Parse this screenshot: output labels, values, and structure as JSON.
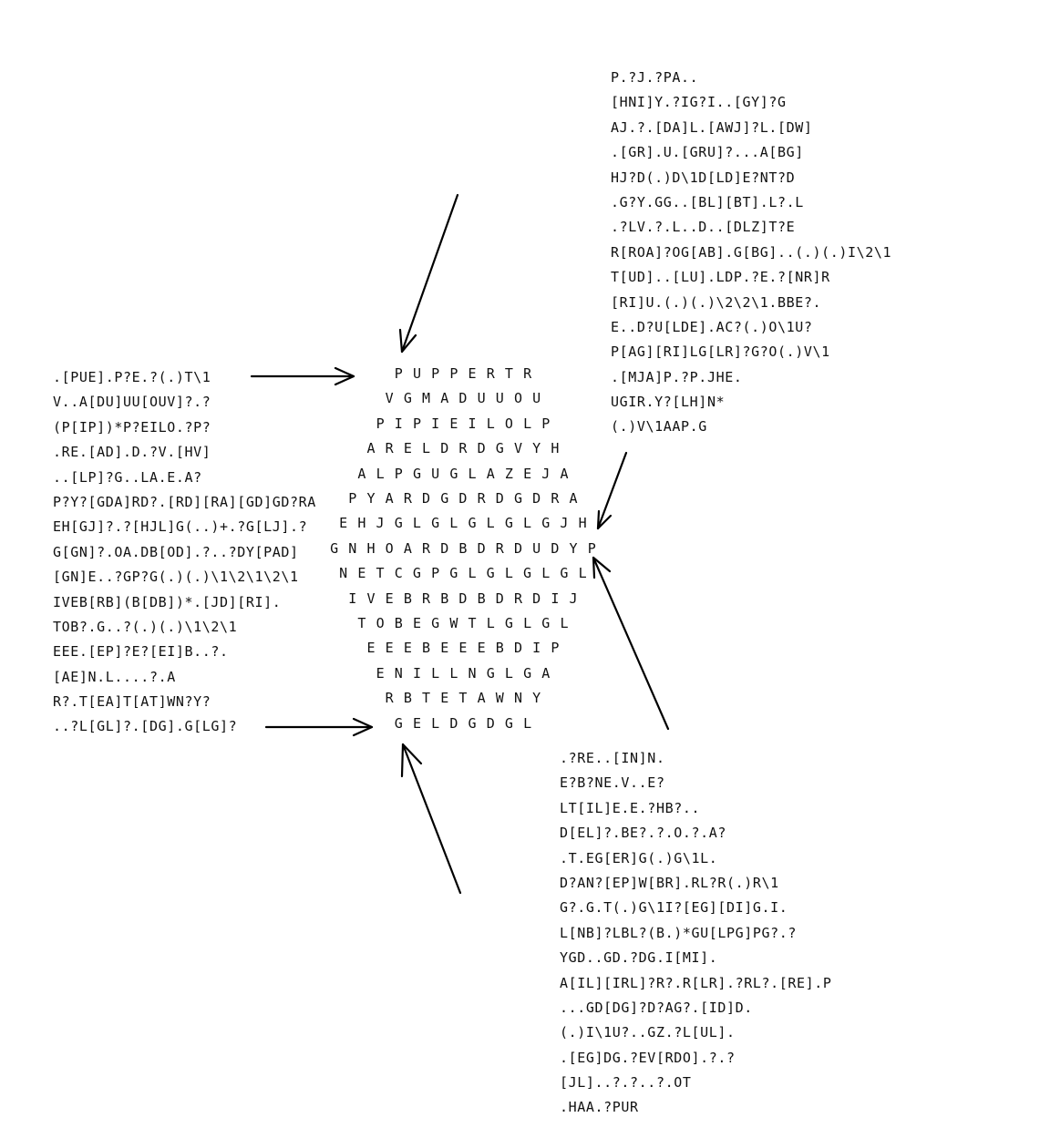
{
  "grid_rows": [
    "PUPPERTR",
    "VGMADUUOU",
    "PIPIEILOLP",
    "ARELDRDGVYH",
    "ALPGUGLAZEJA",
    "PYARDGDRDGDRA",
    "EHJGLGLGLGLGJH",
    "GNHOARDBDRDUDYP",
    "NETCGPGLGLGLGL",
    "IVEBRBDBDRDIJ",
    "TOBEGWTLGLGL",
    "EEEBEEEBDIP",
    "ENILLNGLGA",
    "RBTETAWNY",
    "GELDGDGL"
  ],
  "clues_left": [
    ".[PUE].P?E.?(.)T\\1",
    "V..A[DU]UU[OUV]?.?",
    "(P[IP])*P?EILO.?P?",
    ".RE.[AD].D.?V.[HV]",
    "..[LP]?G..LA.E.A?",
    "P?Y?[GDA]RD?.[RD][RA][GD]GD?RA",
    "EH[GJ]?.?[HJL]G(..)+.?G[LJ].?",
    "G[GN]?.OA.DB[OD].?..?DY[PAD]",
    "[GN]E..?GP?G(.)(.)\\1\\2\\1\\2\\1",
    "IVEB[RB](B[DB])*.[JD][RI].",
    "TOB?.G..?(.)(.)\\1\\2\\1",
    "EEE.[EP]?E?[EI]B..?.",
    "[AE]N.L....?.A",
    "R?.T[EA]T[AT]WN?Y?",
    "..?L[GL]?.[DG].G[LG]?"
  ],
  "clues_top_right": [
    "P.?J.?PA..",
    "[HNI]Y.?IG?I..[GY]?G",
    "AJ.?.[DA]L.[AWJ]?L.[DW]",
    ".[GR].U.[GRU]?...A[BG]",
    "HJ?D(.)D\\1D[LD]E?NT?D",
    ".G?Y.GG..[BL][BT].L?.L",
    ".?LV.?.L..D..[DLZ]T?E",
    "R[ROA]?OG[AB].G[BG]..(.)(.)I\\2\\1",
    "T[UD]..[LU].LDP.?E.?[NR]R",
    "[RI]U.(.)(.)\\2\\2\\1.BBE?.",
    "E..D?U[LDE].AC?(.)O\\1U?",
    "P[AG][RI]LG[LR]?G?O(.)V\\1",
    ".[MJA]P.?P.JHE.",
    "UGIR.Y?[LH]N*",
    "(.)V\\1AAP.G"
  ],
  "clues_bottom_right": [
    ".?RE..[IN]N.",
    "E?B?NE.V..E?",
    "LT[IL]E.E.?HB?..",
    "D[EL]?.BE?.?.O.?.A?",
    ".T.EG[ER]G(.)G\\1L.",
    "D?AN?[EP]W[BR].RL?R(.)R\\1",
    "G?.G.T(.)G\\1I?[EG][DI]G.I.",
    "L[NB]?LBL?(B.)*GU[LPG]PG?.?",
    "YGD..GD.?DG.I[MI].",
    "A[IL][IRL]?R?.R[LR].?RL?.[RE].P",
    "...GD[DG]?D?AG?.[ID]D.",
    "(.)I\\1U?..GZ.?L[UL].",
    ".[EG]DG.?EV[RDO].?.?",
    "[JL]..?.?..?.OT",
    ".HAA.?PUR"
  ]
}
